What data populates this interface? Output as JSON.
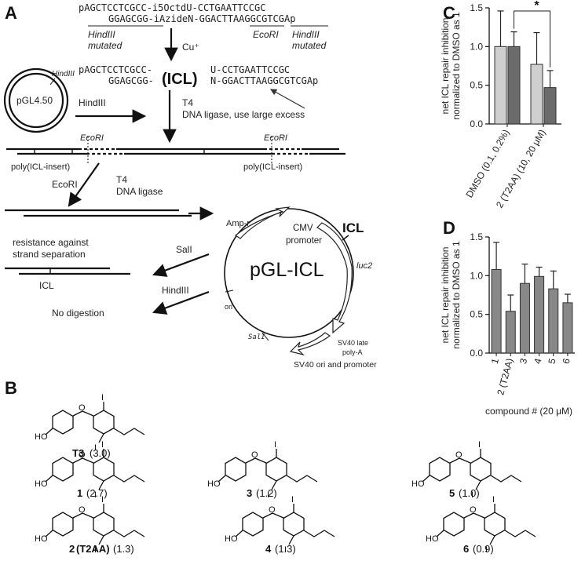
{
  "panels": {
    "a": "A",
    "b": "B",
    "c": "C",
    "d": "D"
  },
  "schematic": {
    "seq_top_1": "pAGCTCCTCGCC-i5OctdU-CCTGAATTCCGC",
    "seq_bot_1": "GGAGCGG-iAzideN-GGACTTAAGGCGTCGAp",
    "hind_mut_1": "HindIII",
    "mutated_1": "mutated",
    "ecori_lbl": "EcoRI",
    "hind_mut_2": "HindIII",
    "mutated_2": "mutated",
    "cu": "Cu⁺",
    "seq_top_2a": "pAGCTCCTCGCC-",
    "seq_top_2b": "U-CCTGAATTCCGC",
    "seq_bot_2a": "GGAGCGG-",
    "seq_bot_2b": "N-GGACTTAAGGCGTCGAp",
    "icl_big": "(ICL)",
    "plasmid": "pGL4.50",
    "plasmid_site": "HindIII",
    "hindiii": "HindIII",
    "t4": "T4",
    "t4_desc": "DNA ligase, use large excess",
    "ecori_a": "EcoRI",
    "ecori_b": "EcoRI",
    "poly_a": "poly(ICL-insert)",
    "poly_b": "poly(ICL-insert)",
    "ecori_step": "EcoRI",
    "t4b": "T4",
    "t4b_desc": "DNA ligase",
    "resist_1": "resistance against",
    "resist_2": "strand separation",
    "icl_small": "ICL",
    "sali": "SalI",
    "hindiii_2": "HindIII",
    "no_digest": "No digestion",
    "ampr": "Amp-r",
    "cmv_1": "CMV",
    "cmv_2": "promoter",
    "icl_map": "ICL",
    "pgl_icl": "pGL-ICL",
    "luc2": "luc2",
    "ori": "ori",
    "sali_map": "SalI",
    "sv40_late_1": "SV40 late",
    "sv40_late_2": "poly-A",
    "sv40_ori": "SV40 ori and promoter"
  },
  "compounds": {
    "t3_name": "T3",
    "t3_val": "(3.0)",
    "c1_name": "1",
    "c1_val": "(2.7)",
    "c2_name": "2",
    "c2_sub": "(T2AA)",
    "c2_val": "(1.3)",
    "c3_name": "3",
    "c3_val": "(1.2)",
    "c4_name": "4",
    "c4_val": "(1.3)",
    "c5_name": "5",
    "c5_val": "(1.0)",
    "c6_name": "6",
    "c6_val": "(0.9)"
  },
  "chart_data": [
    {
      "type": "bar",
      "panel": "C",
      "ylabel": "net ICL repair inhibition\nnormalized to DMSO as 1",
      "ylim": [
        0,
        1.5
      ],
      "yticks": [
        "0.0",
        "0.5",
        "1.0",
        "1.5"
      ],
      "categories": [
        "DMSO (0.1, 0.2%)",
        "2 (T2AA) (10, 20 μM)"
      ],
      "series": [
        {
          "values": [
            1.0,
            0.77
          ],
          "errors": [
            0.46,
            0.41
          ],
          "color": "#cfcfcf"
        },
        {
          "values": [
            1.0,
            0.47
          ],
          "errors": [
            0.19,
            0.22
          ],
          "color": "#6b6b6b"
        }
      ],
      "significance": "*"
    },
    {
      "type": "bar",
      "panel": "D",
      "ylabel": "net ICL repair inhibition\nnormalized to DMSO as 1",
      "xlabel": "compound # (20 μM)",
      "ylim": [
        0,
        1.5
      ],
      "yticks": [
        "0.0",
        "0.5",
        "1.0",
        "1.5"
      ],
      "categories": [
        "1",
        "2 (T2AA)",
        "3",
        "4",
        "5",
        "6"
      ],
      "values": [
        1.08,
        0.54,
        0.9,
        0.99,
        0.83,
        0.65
      ],
      "errors": [
        0.35,
        0.21,
        0.25,
        0.12,
        0.23,
        0.11
      ],
      "color": "#888888"
    }
  ]
}
